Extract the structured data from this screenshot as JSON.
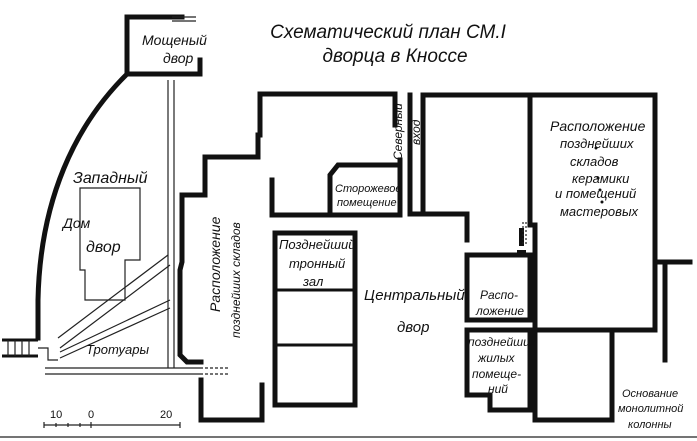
{
  "title": {
    "line1": "Схематический план СМ.I",
    "line2": "дворца в Кноссе"
  },
  "labels": {
    "paved_court_1": "Мощеный",
    "paved_court_2": "двор",
    "west_court_1": "Западный",
    "west_court_2": "двор",
    "house": "Дом",
    "sidewalks": "Тротуары",
    "late_stores_west_1": "Расположение",
    "late_stores_west_2": "позднейших складов",
    "north_entrance_1": "Северный",
    "north_entrance_2": "вход",
    "guard_room_1": "Сторожевое",
    "guard_room_2": "помещение",
    "throne_room_1": "Позднейший",
    "throne_room_2": "тронный",
    "throne_room_3": "зал",
    "central_court_1": "Центральный",
    "central_court_2": "двор",
    "ceramics_1": "Расположение",
    "ceramics_2": "позднейших",
    "ceramics_3": "складов",
    "ceramics_4": "керамики",
    "ceramics_5": "и помещений",
    "ceramics_6": "мастеровых",
    "east_1": "Распо-",
    "east_2": "ложение",
    "living_1": "позднейших",
    "living_2": "жилых",
    "living_3": "помеще-",
    "living_4": "ний",
    "column_1": "Основание",
    "column_2": "монолитной",
    "column_3": "колонны"
  },
  "scale": {
    "left": "10",
    "mid": "0",
    "right": "20"
  }
}
